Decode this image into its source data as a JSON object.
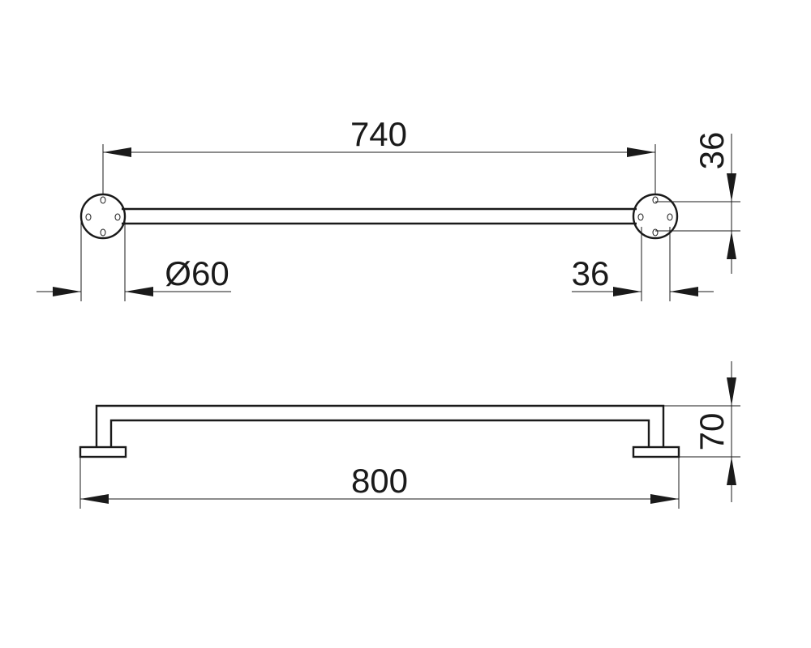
{
  "dimensions": {
    "top_width": "740",
    "flange_diameter": "Ø60",
    "bar_thickness_right": "36",
    "bar_thickness_vertical": "36",
    "projection": "70",
    "overall_length": "800"
  }
}
